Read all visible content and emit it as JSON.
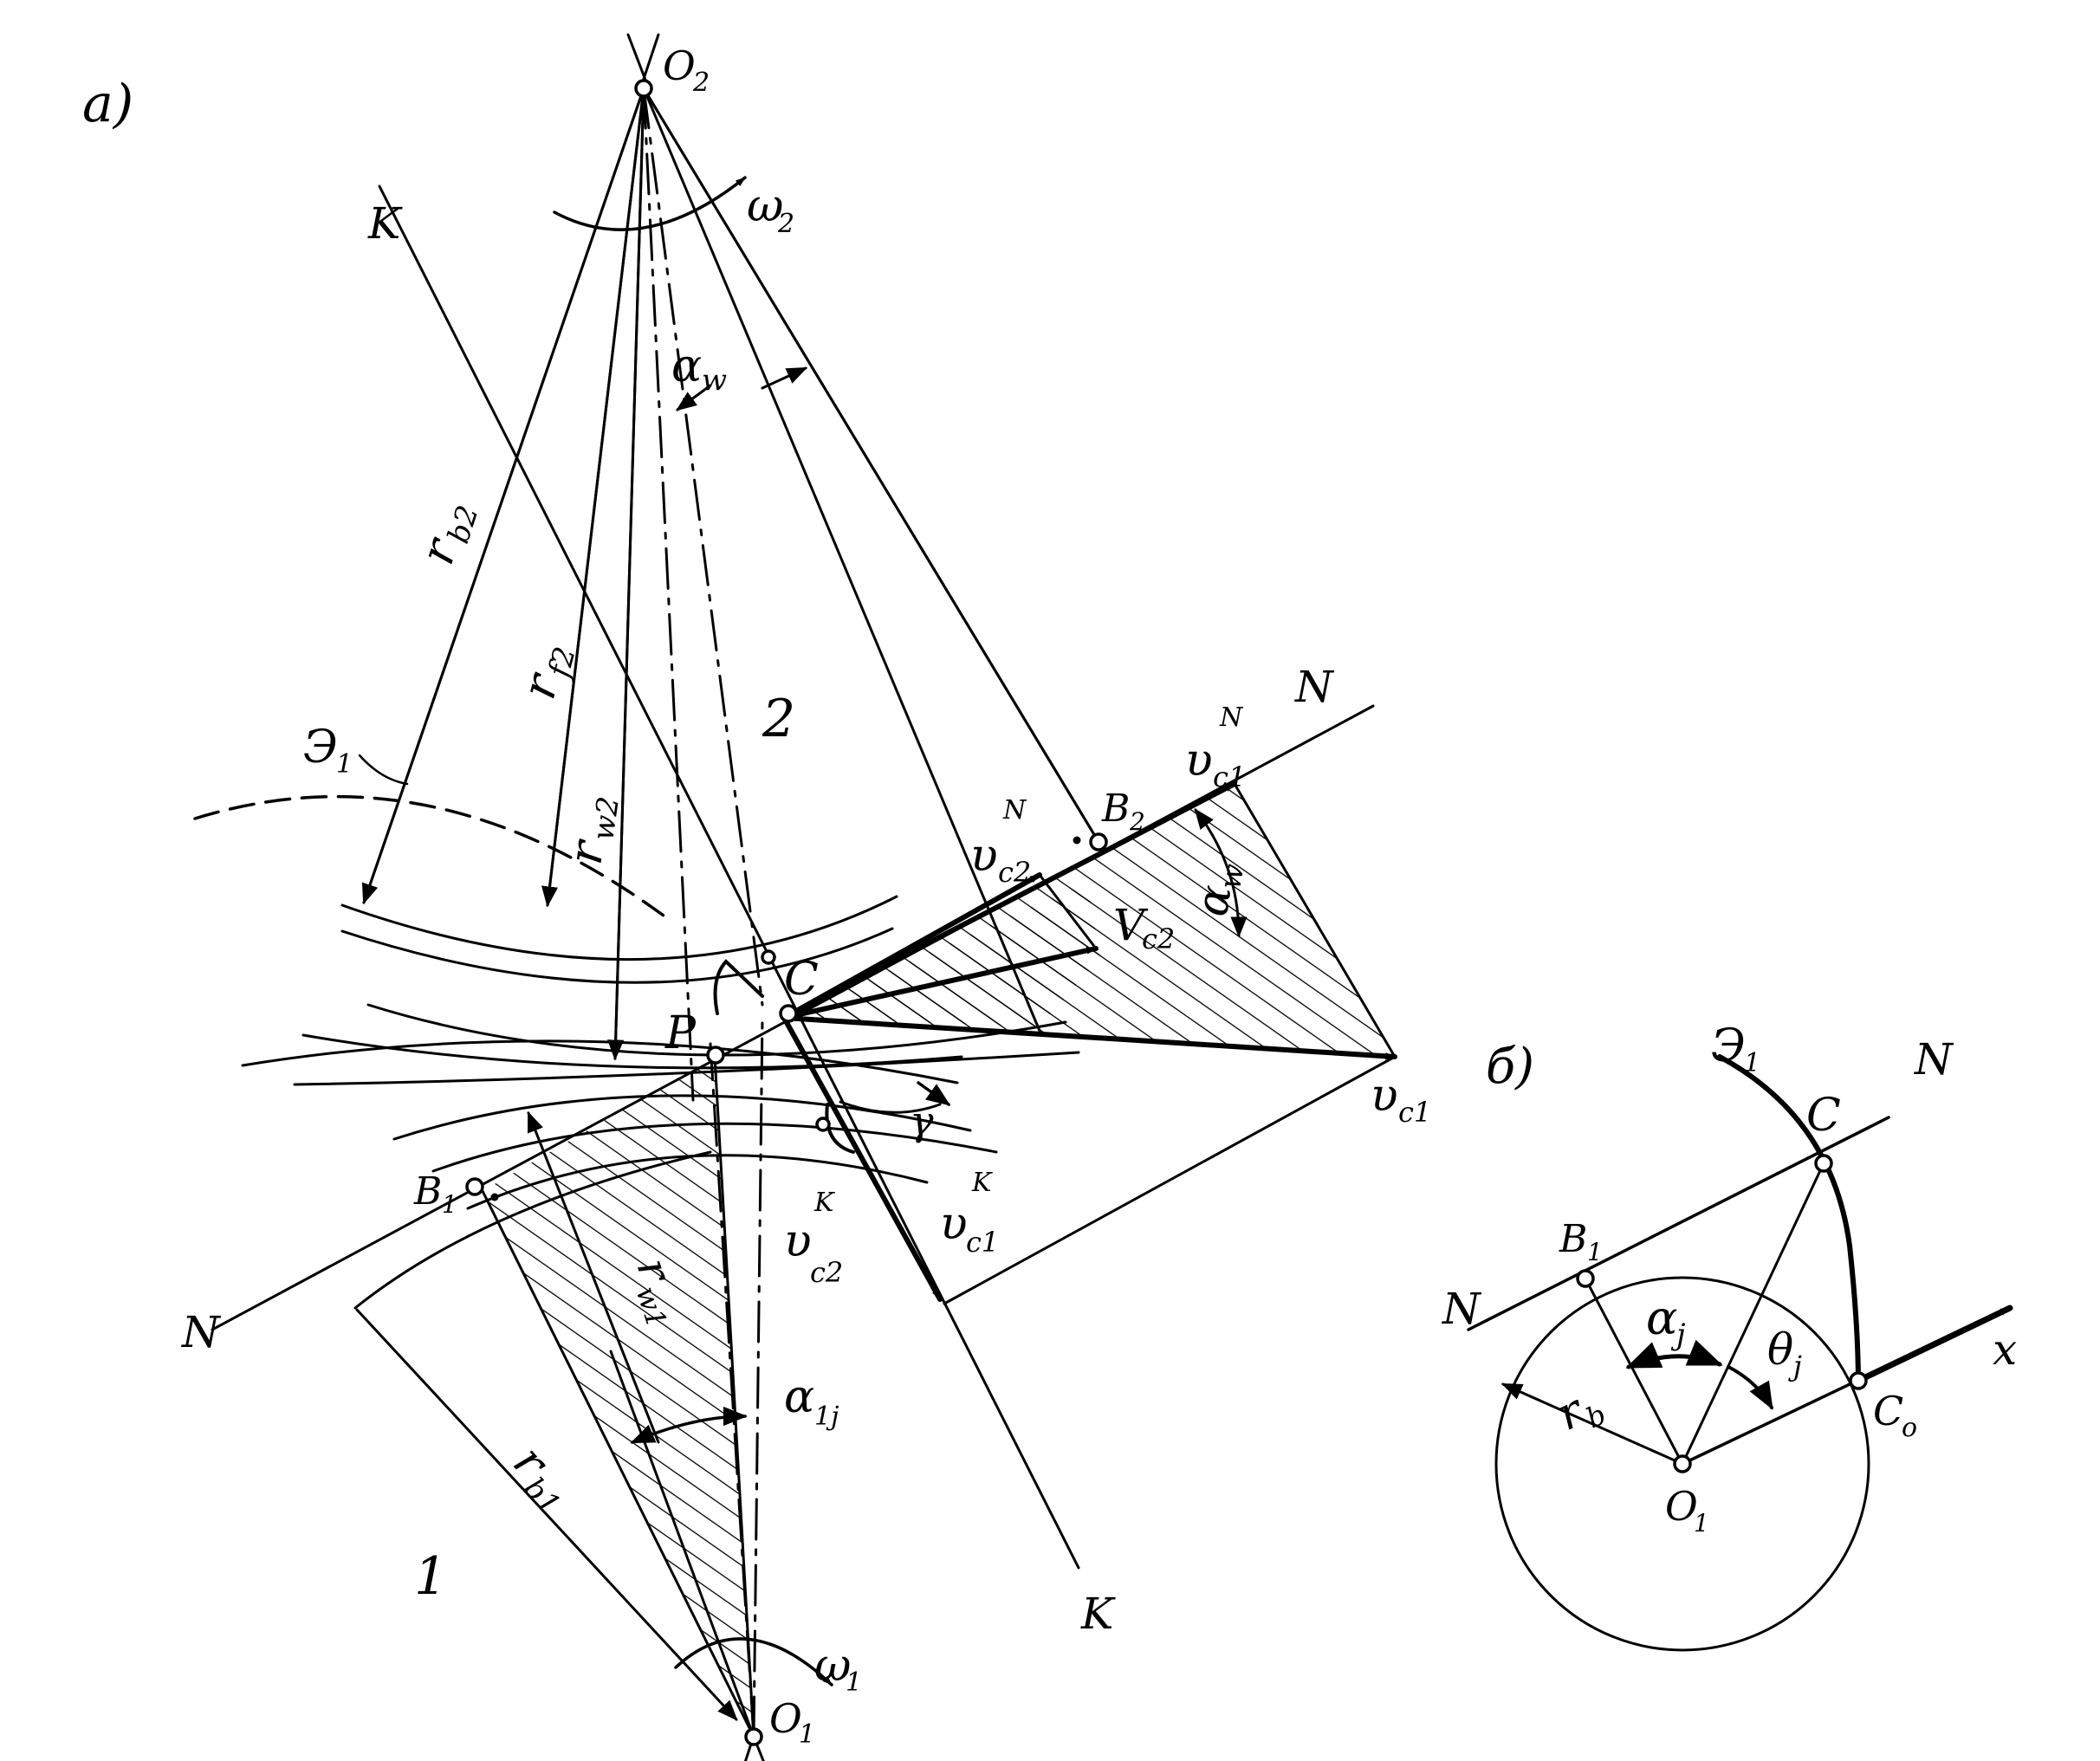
{
  "panel_a": {
    "label": "а)",
    "points": {
      "O2": "O",
      "O2_sub": "2",
      "O1": "O",
      "O1_sub": "1",
      "B1": "B",
      "B1_sub": "1",
      "B2": "B",
      "B2_sub": "2",
      "C": "C",
      "P": "P"
    },
    "lines": {
      "K_top": "K",
      "K_bottom": "K",
      "N_left": "N",
      "N_right": "N"
    },
    "radii": {
      "rb2": "r",
      "rb2_sub": "b2",
      "rf2": "r",
      "rf2_sub": "f2",
      "rw2": "r",
      "rw2_sub": "w2",
      "rw1": "r",
      "rw1_sub": "w1",
      "rb1": "r",
      "rb1_sub": "b1"
    },
    "angles": {
      "omega2": "ω",
      "omega2_sub": "2",
      "omega1": "ω",
      "omega1_sub": "1",
      "alpha_w_top": "α",
      "alpha_w_top_sub": "w",
      "alpha_w_right": "α",
      "alpha_w_right_sub": "w",
      "alpha_1j": "α",
      "alpha_1j_sub": "1j"
    },
    "velocities": {
      "vc2N": "υ",
      "vc2N_sub": "c2",
      "vc2N_sup": "N",
      "vc1N": "υ",
      "vc1N_sub": "c1",
      "vc1N_sup": "N",
      "vc2": "V",
      "vc2_sub": "c2",
      "vc1": "υ",
      "vc1_sub": "c1",
      "vc2K": "υ",
      "vc2K_sub": "c2",
      "vc2K_sup": "K",
      "vc1K": "υ",
      "vc1K_sub": "c1",
      "vc1K_sup": "K"
    },
    "other": {
      "E1": "Э",
      "E1_sub": "1",
      "gear2": "2",
      "gear1": "1",
      "gamma": "γ"
    }
  },
  "panel_b": {
    "label": "б)",
    "points": {
      "C": "C",
      "B1": "B",
      "B1_sub": "1",
      "O1": "O",
      "O1_sub": "1",
      "C0": "C",
      "C0_sub": "o"
    },
    "lines": {
      "N_left": "N",
      "N_right": "N",
      "x_axis": "x"
    },
    "other": {
      "E1": "Э",
      "E1_sub": "1",
      "alpha_j": "α",
      "alpha_j_sub": "j",
      "theta_j": "θ",
      "theta_j_sub": "j",
      "rb": "r",
      "rb_sub": "b"
    }
  }
}
